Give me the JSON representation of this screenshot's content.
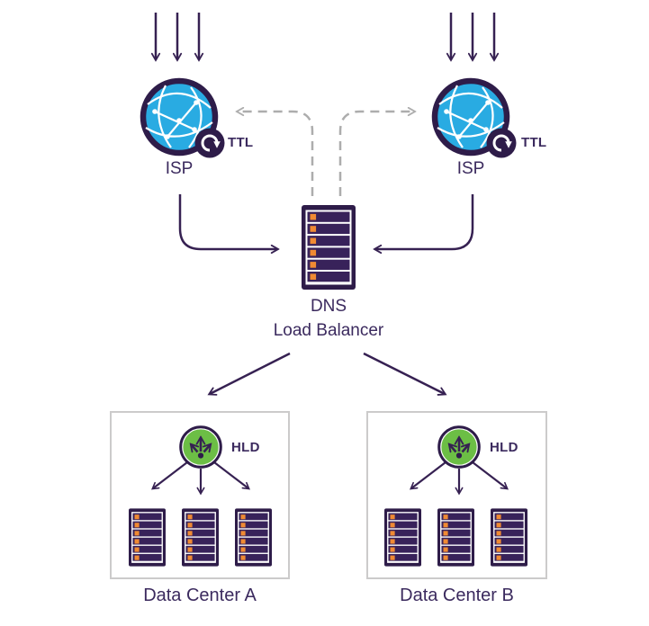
{
  "isp_left": {
    "label": "ISP",
    "badge": "TTL"
  },
  "isp_right": {
    "label": "ISP",
    "badge": "TTL"
  },
  "dns_load_balancer": {
    "line1": "DNS",
    "line2": "Load Balancer"
  },
  "data_center_a": {
    "label": "Data Center A",
    "badge": "HLD"
  },
  "data_center_b": {
    "label": "Data Center B",
    "badge": "HLD"
  },
  "colors": {
    "ink_purple": "#362152",
    "icon_dark_purple": "#2e1c49",
    "globe_blue": "#29abe2",
    "slot_orange": "#f08a33",
    "hld_green": "#6cbe45",
    "dashed_gray": "#adadad",
    "box_border_gray": "#cccbcb",
    "label_text": "#3b2a5e"
  }
}
